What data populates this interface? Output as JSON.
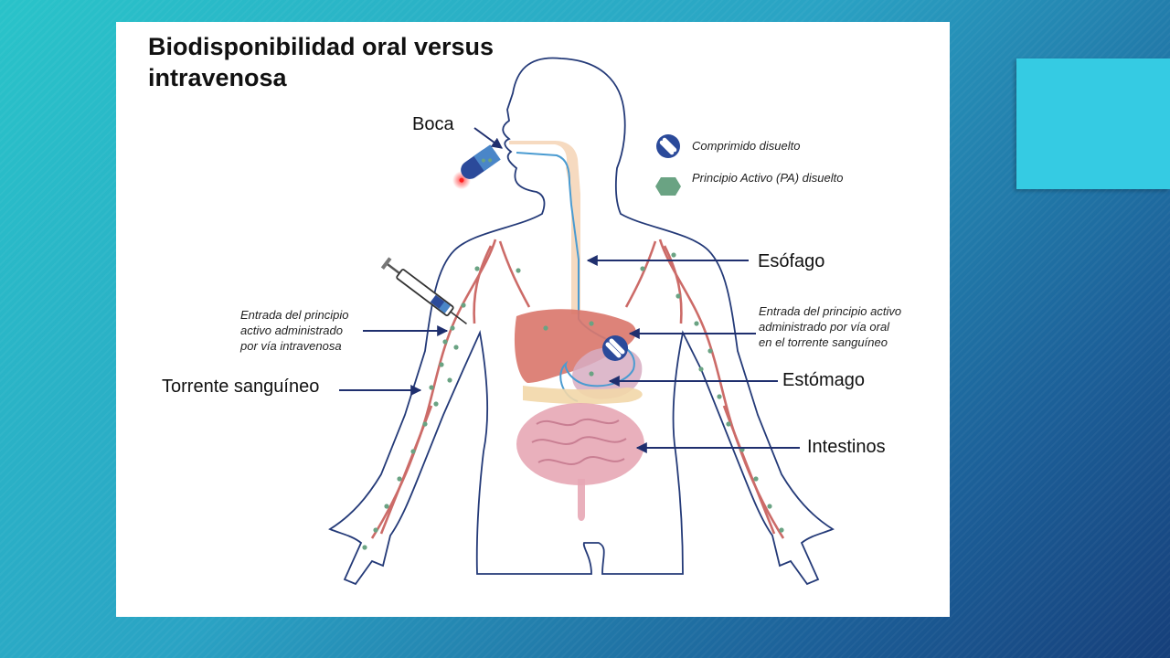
{
  "title": "Biodisponibilidad oral versus intravenosa",
  "legend": {
    "dissolved_tablet": "Comprimido disuelto",
    "active_ingredient": "Principio Activo (PA) disuelto"
  },
  "labels": {
    "mouth": "Boca",
    "esophagus": "Esófago",
    "stomach": "Estómago",
    "intestines": "Intestinos",
    "bloodstream": "Torrente sanguíneo",
    "iv_entry_1": "Entrada del principio",
    "iv_entry_2": "activo administrado",
    "iv_entry_3": "por vía intravenosa",
    "oral_entry_1": "Entrada del principio activo",
    "oral_entry_2": "administrado por vía oral",
    "oral_entry_3": "en el torrente sanguíneo"
  },
  "colors": {
    "outline": "#243a78",
    "arrow": "#1f2f6e",
    "vessel": "#c4524e",
    "liver": "#d9756a",
    "intestine": "#e7a7b5",
    "esophagus_fill": "#f4d3b5",
    "tract_line": "#4a9bd1",
    "dot": "#6aa383",
    "tablet": "#2b4a9a"
  }
}
